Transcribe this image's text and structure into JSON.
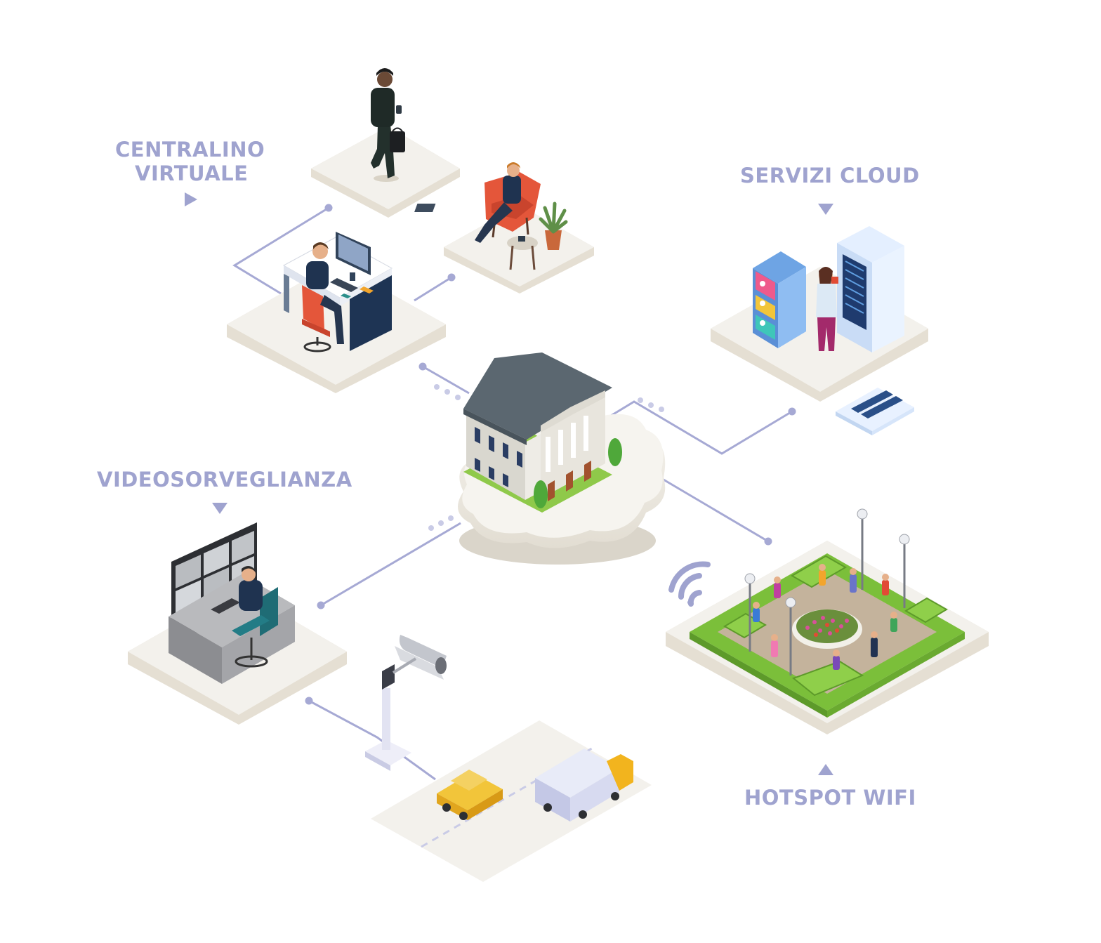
{
  "labels": {
    "centralino_line1": "CENTRALINO",
    "centralino_line2": "VIRTUALE",
    "servizi_cloud": "SERVIZI CLOUD",
    "videosorveglianza": "VIDEOSORVEGLIANZA",
    "hotspot_wifi": "HOTSPOT WIFI"
  },
  "colors": {
    "label": "#9fa3cf",
    "connector": "#a6a9d4",
    "platform_top": "#f3f1ec",
    "platform_side": "#e5dfd3",
    "grass": "#7bbf3a",
    "building_roof": "#5b6770"
  },
  "icons": {
    "centralino_arrow": "triangle-right",
    "cloud_arrow": "triangle-down",
    "video_arrow": "triangle-down",
    "hotspot_arrow": "triangle-up",
    "wifi": "wifi-signal"
  }
}
